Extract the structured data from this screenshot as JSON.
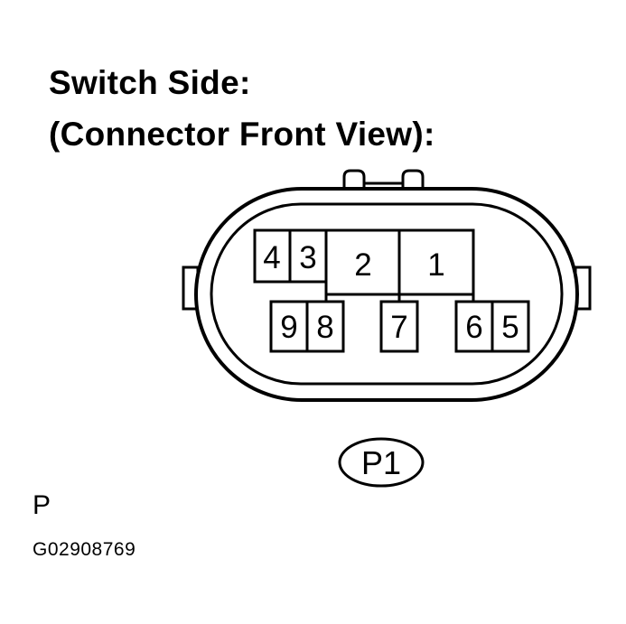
{
  "title": {
    "line1": "Switch Side:",
    "line2": "(Connector Front View):"
  },
  "connector": {
    "pins_top": [
      "4",
      "3",
      "2",
      "1"
    ],
    "pins_bottom": [
      "9",
      "8",
      "7",
      "6",
      "5"
    ],
    "callout": "P1"
  },
  "footer": {
    "letter": "P",
    "code": "G02908769"
  }
}
